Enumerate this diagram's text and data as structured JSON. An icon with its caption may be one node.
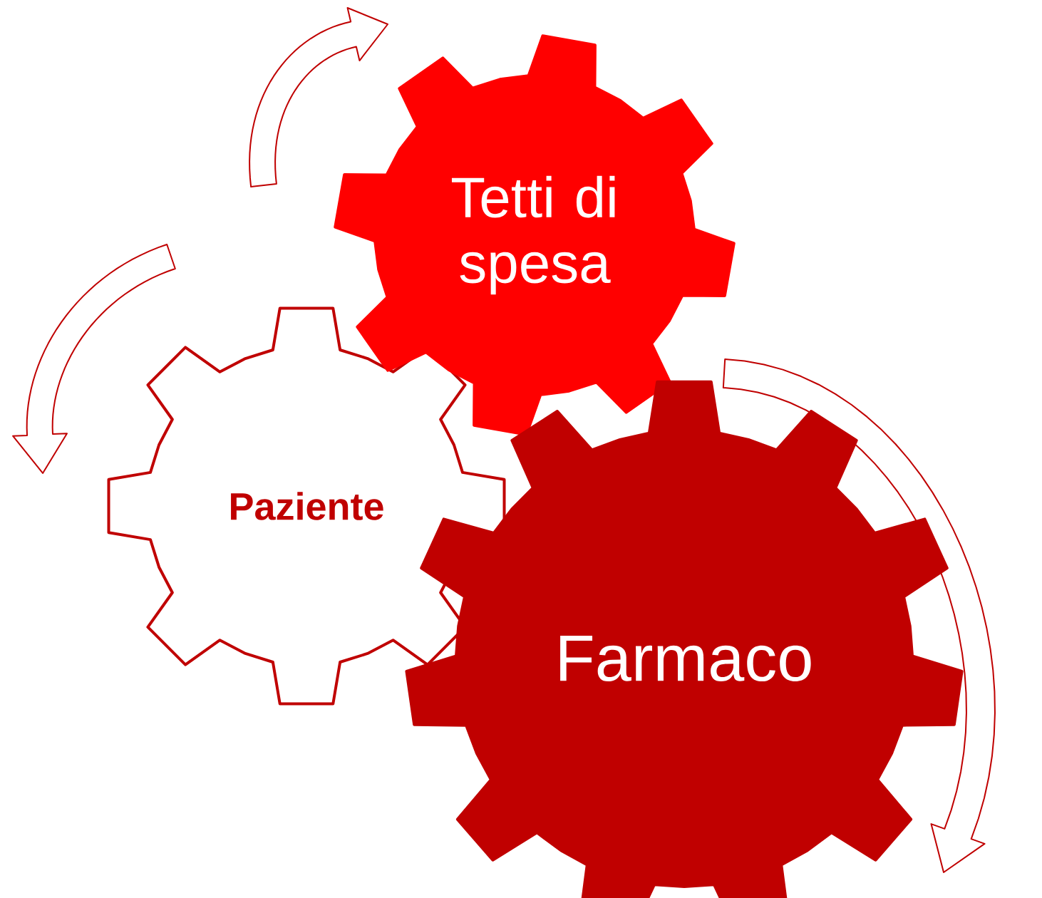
{
  "diagram": {
    "nodes": [
      {
        "text": [
          "Tetti di spesa"
        ]
      },
      {
        "text": [
          "Paziente"
        ]
      },
      {
        "text": [
          "Farmaco"
        ]
      }
    ]
  }
}
